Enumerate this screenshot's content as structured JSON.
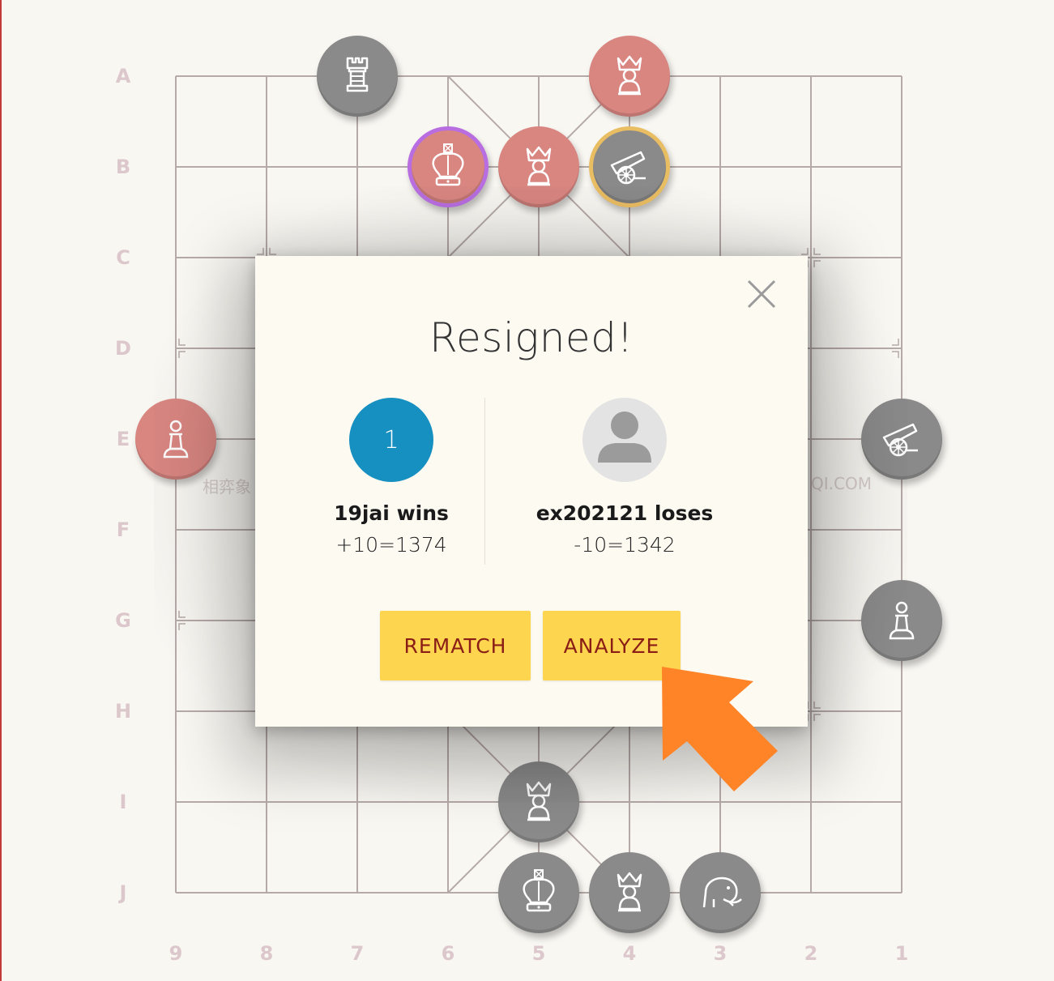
{
  "board": {
    "rank_labels": [
      "A",
      "B",
      "C",
      "D",
      "E",
      "F",
      "G",
      "H",
      "I",
      "J"
    ],
    "file_labels": [
      "9",
      "8",
      "7",
      "6",
      "5",
      "4",
      "3",
      "2",
      "1"
    ],
    "watermark_left": "相弈象",
    "watermark_right": "QI.COM",
    "colors": {
      "grid": "#b6aaa8",
      "red_piece": "#d98681",
      "black_piece": "#8a8a8a"
    }
  },
  "pieces": [
    {
      "side": "black",
      "type": "rook-icon",
      "rank": "A",
      "file": "7"
    },
    {
      "side": "red",
      "type": "advisor-icon",
      "rank": "A",
      "file": "4"
    },
    {
      "side": "red",
      "type": "general-icon",
      "rank": "B",
      "file": "6",
      "selected": "purple"
    },
    {
      "side": "red",
      "type": "advisor-icon",
      "rank": "B",
      "file": "5"
    },
    {
      "side": "black",
      "type": "cannon-icon",
      "rank": "B",
      "file": "4",
      "selected": "gold"
    },
    {
      "side": "red",
      "type": "pawn-icon",
      "rank": "E",
      "file": "9"
    },
    {
      "side": "black",
      "type": "cannon-icon",
      "rank": "E",
      "file": "1"
    },
    {
      "side": "black",
      "type": "pawn-icon",
      "rank": "G",
      "file": "1"
    },
    {
      "side": "black",
      "type": "advisor-icon",
      "rank": "I",
      "file": "5"
    },
    {
      "side": "black",
      "type": "general-icon",
      "rank": "J",
      "file": "5"
    },
    {
      "side": "black",
      "type": "advisor-icon",
      "rank": "J",
      "file": "4"
    },
    {
      "side": "black",
      "type": "elephant-icon",
      "rank": "J",
      "file": "3"
    }
  ],
  "modal": {
    "title": "Resigned!",
    "winner": {
      "avatar_text": "1",
      "result": "19jai wins",
      "rating": "+10=1374",
      "avatar_color": "#168fc1"
    },
    "loser": {
      "result": "ex202121 loses",
      "rating": "-10=1342"
    },
    "rematch_label": "REMATCH",
    "analyze_label": "ANALYZE",
    "button_color": "#fed54e",
    "button_text_color": "#8a1d16"
  },
  "arrow_color": "#ff8327"
}
